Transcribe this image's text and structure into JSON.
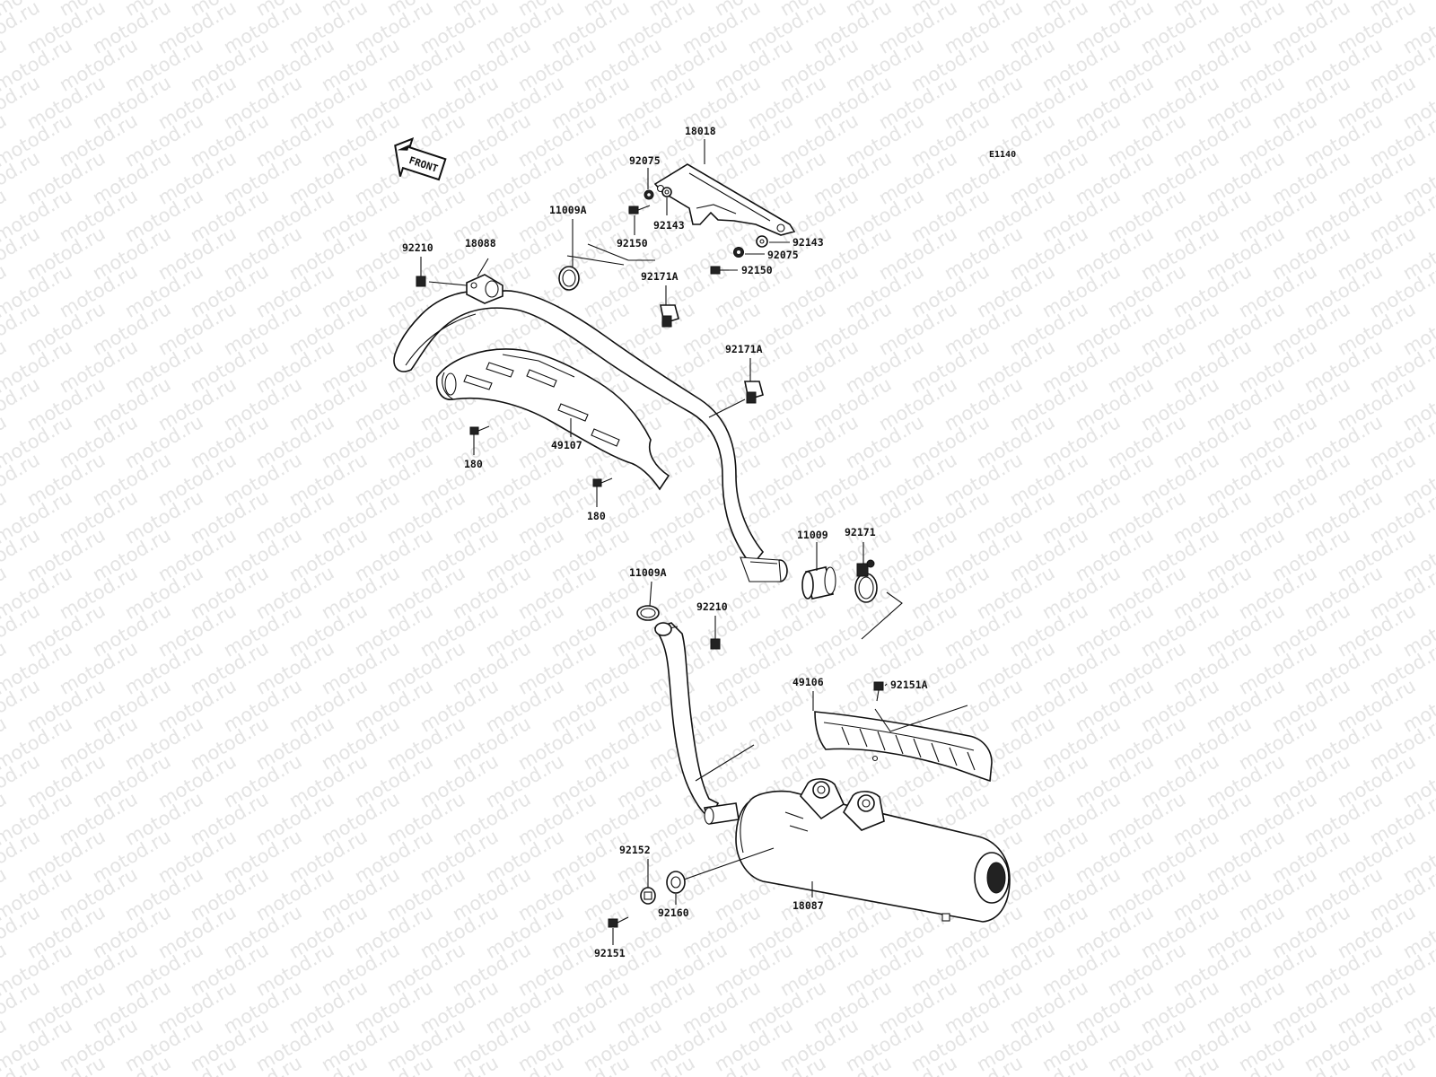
{
  "watermark": {
    "text": "motod.ru",
    "color": "#e4e4e4"
  },
  "diagram_code": "E1140",
  "front_label": "FRONT",
  "callouts": [
    {
      "id": "c-18018",
      "label": "18018"
    },
    {
      "id": "c-92075-a",
      "label": "92075"
    },
    {
      "id": "c-92143-a",
      "label": "92143"
    },
    {
      "id": "c-92150-a",
      "label": "92150"
    },
    {
      "id": "c-92143-b",
      "label": "92143"
    },
    {
      "id": "c-92075-b",
      "label": "92075"
    },
    {
      "id": "c-92150-b",
      "label": "92150"
    },
    {
      "id": "c-92210-a",
      "label": "92210"
    },
    {
      "id": "c-18088",
      "label": "18088"
    },
    {
      "id": "c-11009a-a",
      "label": "11009A"
    },
    {
      "id": "c-92171a-a",
      "label": "92171A"
    },
    {
      "id": "c-92171a-b",
      "label": "92171A"
    },
    {
      "id": "c-49107",
      "label": "49107"
    },
    {
      "id": "c-180-a",
      "label": "180"
    },
    {
      "id": "c-180-b",
      "label": "180"
    },
    {
      "id": "c-11009",
      "label": "11009"
    },
    {
      "id": "c-92171",
      "label": "92171"
    },
    {
      "id": "c-11009a-b",
      "label": "11009A"
    },
    {
      "id": "c-92210-b",
      "label": "92210"
    },
    {
      "id": "c-49106",
      "label": "49106"
    },
    {
      "id": "c-92151a",
      "label": "92151A"
    },
    {
      "id": "c-92152",
      "label": "92152"
    },
    {
      "id": "c-92160",
      "label": "92160"
    },
    {
      "id": "c-92151",
      "label": "92151"
    },
    {
      "id": "c-18087",
      "label": "18087"
    }
  ]
}
